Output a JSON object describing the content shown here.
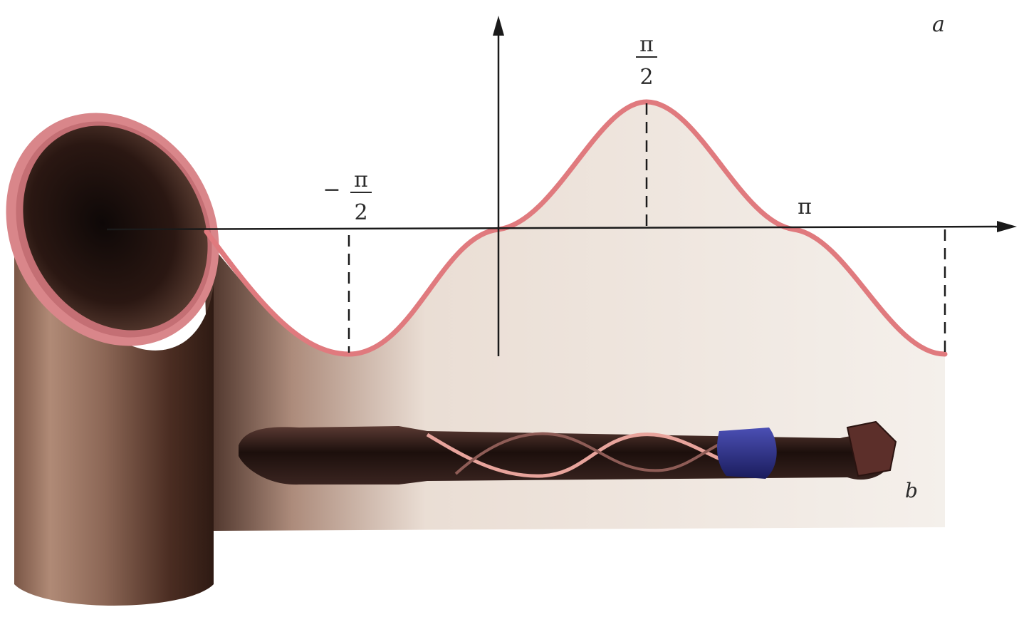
{
  "labels": {
    "figure_a": "a",
    "figure_b": "b",
    "pi": "π",
    "two": "2",
    "minus": "−"
  },
  "colors": {
    "curve": "#e07a7e",
    "axis": "#1a1a1a",
    "pipe_dark": "#3a2218",
    "pipe_mid": "#8a6552",
    "pipe_light": "#c9ab98",
    "sheet": "#f1ebe4",
    "drill_dark": "#2a1714",
    "drill_blue": "#2a2d8a"
  },
  "icons": {
    "pipe": "cylinder-pipe-icon",
    "drill": "twist-drill-icon"
  }
}
